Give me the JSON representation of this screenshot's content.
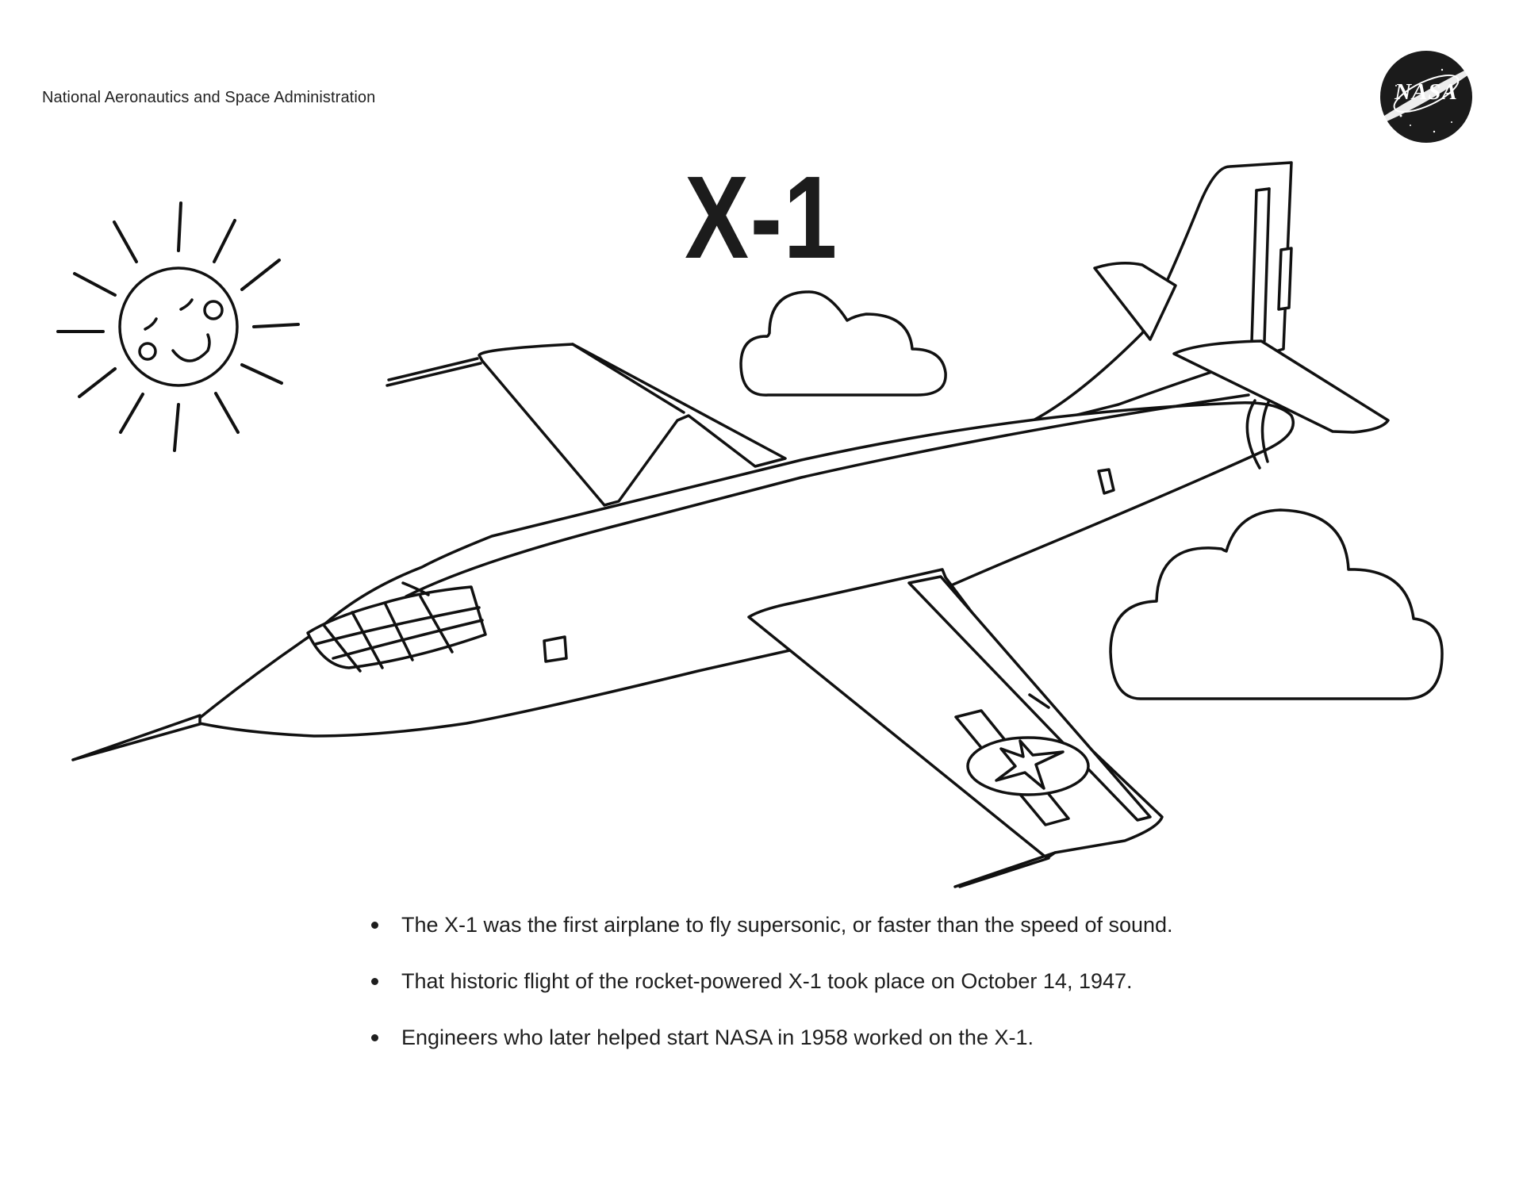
{
  "header": {
    "agency": "National Aeronautics and Space Administration",
    "logo_text": "NASA",
    "logo_icon": "nasa-meatball-icon"
  },
  "title": "X-1",
  "facts": [
    "The X-1 was the first airplane to fly supersonic, or faster than the speed of sound.",
    "That historic flight of the rocket-powered X-1 took place on October 14, 1947.",
    "Engineers who later helped start NASA in 1958 worked on the X-1."
  ],
  "illustration": {
    "icons": [
      "sun-icon",
      "cloud-icon",
      "airplane-icon",
      "star-insignia-icon"
    ],
    "line_color": "#111111",
    "fill_color": "#ffffff"
  }
}
